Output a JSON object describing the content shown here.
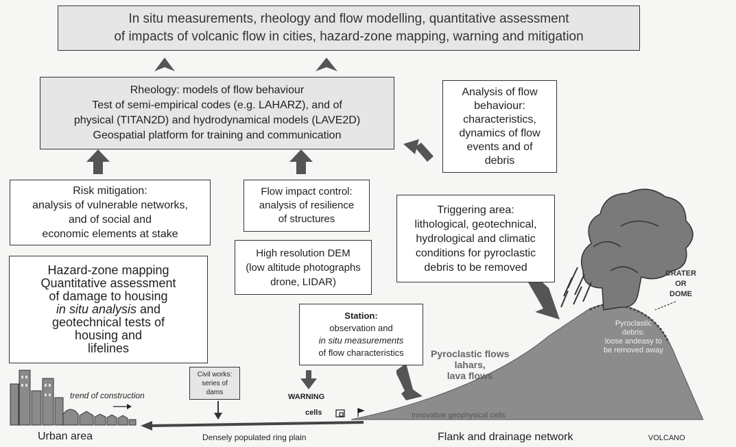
{
  "top_box": {
    "line1": "In situ measurements, rheology and flow modelling, quantitative assessment",
    "line2": "of impacts of volcanic flow in cities, hazard-zone mapping, warning and mitigation"
  },
  "rheology_box": {
    "line1": "Rheology: models of flow behaviour",
    "line2": "Test of semi-empirical codes (e.g. LAHARZ), and of",
    "line3": "physical (TITAN2D) and hydrodynamical models (LAVE2D)",
    "line4": "Geospatial platform for training and communication"
  },
  "analysis_box": {
    "line1": "Analysis of flow",
    "line2": "behaviour:",
    "line3": "characteristics,",
    "line4": "dynamics of flow",
    "line5": "events and of",
    "line6": "debris"
  },
  "risk_box": {
    "line1": "Risk mitigation:",
    "line2": "analysis of vulnerable networks,",
    "line3": "and of social and",
    "line4": "economic elements at stake"
  },
  "impact_box": {
    "line1": "Flow impact control:",
    "line2": "analysis of resilience",
    "line3": "of structures"
  },
  "dem_box": {
    "line1": "High resolution DEM",
    "line2": "(low altitude photographs",
    "line3": "drone, LIDAR)"
  },
  "trigger_box": {
    "line1": "Triggering area:",
    "line2": "lithological, geotechnical,",
    "line3": "hydrological and climatic",
    "line4": "conditions for pyroclastic",
    "line5": "debris to be removed"
  },
  "hazard_box": {
    "line1": "Hazard-zone mapping",
    "line2": "Quantitative assessment",
    "line3": "of damage to housing",
    "line4": "in situ analysis",
    "line5": "and",
    "line6": "geotechnical tests of",
    "line7": "housing and",
    "line8": "lifelines"
  },
  "station_box": {
    "title": "Station:",
    "line1": "observation and",
    "line2": "in situ measurements",
    "line3": "of flow characteristics"
  },
  "civil_box": {
    "line1": "Civil works:",
    "line2": "series of",
    "line3": "dams"
  },
  "labels": {
    "crater": "CRATER",
    "or": "OR",
    "dome": "DOME",
    "pyro_debris_1": "Pyroclastic",
    "pyro_debris_2": "debris:",
    "pyro_debris_3": "loose andeasy to",
    "pyro_debris_4": "be removed away",
    "flows_1": "Pyroclastic flows",
    "flows_2": "lahars,",
    "flows_3": "lava flows",
    "trend": "trend of construction",
    "warning": "WARNING",
    "cells": "cells",
    "geophys": "Innovative geophysical cells",
    "urban": "Urban area",
    "ring": "Densely populated ring plain",
    "flank": "Flank and drainage network",
    "volcano": "VOLCANO"
  },
  "colors": {
    "arrow": "#555555",
    "plume": "#7a7a7a",
    "mountain": "#8c8c8c",
    "box_gray": "#e6e6e6"
  }
}
